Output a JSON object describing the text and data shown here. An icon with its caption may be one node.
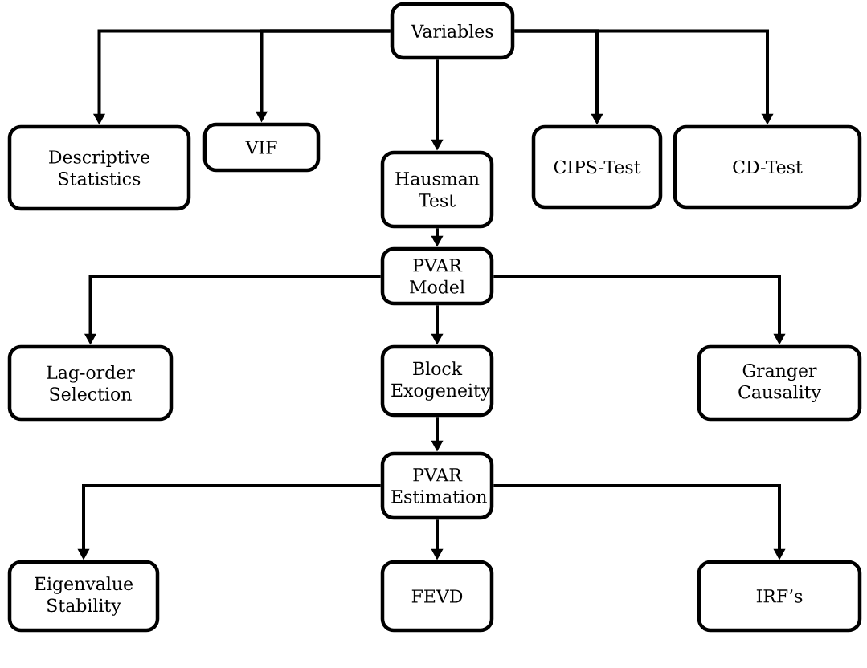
{
  "diagram": {
    "nodes": [
      {
        "text": [
          "Variables"
        ]
      },
      {
        "text": [
          "Descriptive Statistics"
        ]
      },
      {
        "text": [
          "VIF"
        ]
      },
      {
        "text": [
          "Hausman Test"
        ]
      },
      {
        "text": [
          "CIPS-Test"
        ]
      },
      {
        "text": [
          "CD-Test"
        ]
      },
      {
        "text": [
          "PVAR Model"
        ]
      },
      {
        "text": [
          "Lag-order Selection"
        ]
      },
      {
        "text": [
          "Block Exogeneity"
        ]
      },
      {
        "text": [
          "Granger Causality"
        ]
      },
      {
        "text": [
          "PVAR Estimation"
        ]
      },
      {
        "text": [
          "Eigenvalue Stability"
        ]
      },
      {
        "text": [
          "FEVD"
        ]
      },
      {
        "text": [
          "IRF’s"
        ]
      }
    ],
    "edges": [
      {
        "from": 0,
        "to": 1,
        "arrow": "to"
      },
      {
        "from": 0,
        "to": 2,
        "arrow": "to"
      },
      {
        "from": 0,
        "to": 3,
        "arrow": "to"
      },
      {
        "from": 0,
        "to": 4,
        "arrow": "to"
      },
      {
        "from": 0,
        "to": 5,
        "arrow": "to"
      },
      {
        "from": 3,
        "to": 6,
        "arrow": "to"
      },
      {
        "from": 6,
        "to": 7,
        "arrow": "to"
      },
      {
        "from": 6,
        "to": 8,
        "arrow": "to"
      },
      {
        "from": 6,
        "to": 9,
        "arrow": "to"
      },
      {
        "from": 8,
        "to": 10,
        "arrow": "to"
      },
      {
        "from": 10,
        "to": 11,
        "arrow": "to"
      },
      {
        "from": 10,
        "to": 12,
        "arrow": "to"
      },
      {
        "from": 10,
        "to": 13,
        "arrow": "to"
      }
    ]
  }
}
